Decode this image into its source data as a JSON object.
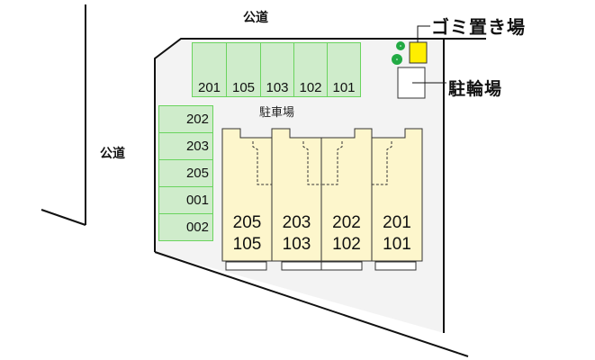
{
  "map": {
    "road_top_label": "公道",
    "road_left_label": "公道",
    "parking_lot_label": "駐車場",
    "garbage_label": "ゴミ置き場",
    "bicycle_label": "駐輪場",
    "colors": {
      "parking_fill": "#cfeccb",
      "parking_border": "#6ad45e",
      "building_fill": "#fdf6cc",
      "garbage_fill": "#ffee00",
      "tree": "#22aa44",
      "site_fill": "#f3f3f3"
    },
    "top_parking": [
      "201",
      "105",
      "103",
      "102",
      "101"
    ],
    "left_parking": [
      "202",
      "203",
      "205",
      "001",
      "002"
    ],
    "buildings": [
      {
        "upper": "205",
        "lower": "105"
      },
      {
        "upper": "203",
        "lower": "103"
      },
      {
        "upper": "202",
        "lower": "102"
      },
      {
        "upper": "201",
        "lower": "101"
      }
    ]
  }
}
